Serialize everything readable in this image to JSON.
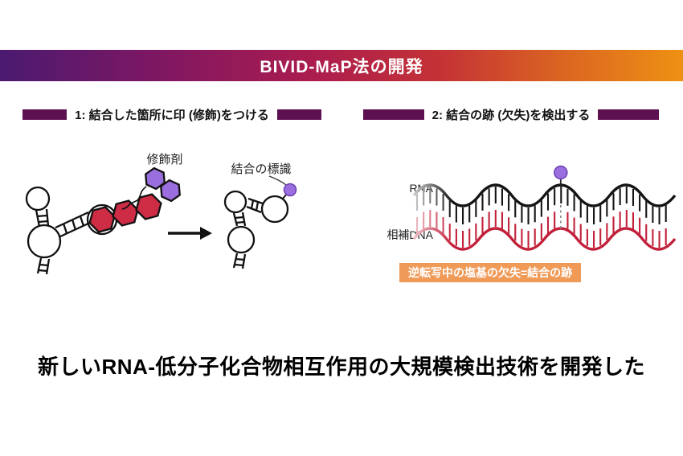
{
  "banner": {
    "title": "BIVID-MaP法の開発"
  },
  "sections": {
    "step1": {
      "label": "1: 結合した箇所に印 (修飾)をつける"
    },
    "step2": {
      "label": "2: 結合の跡 (欠失)を検出する"
    }
  },
  "left_diagram": {
    "modifier_label": "修飾剤",
    "tag_label": "結合の標識"
  },
  "right_diagram": {
    "rna_label": "RNA",
    "cdna_label": "相補DNA",
    "callout": "逆転写中の塩基の欠失=結合の跡"
  },
  "headline": {
    "text": "新しいRNA-低分子化合物相互作用の大規模検出技術を開発した"
  },
  "colors": {
    "banner_gradient_left": "#4a1a70",
    "banner_gradient_mid": "#c53335",
    "banner_gradient_right": "#ee9113",
    "section_bar": "#5d1150",
    "ligand_red": "#ce2b45",
    "modifier_purple": "#9a6ede",
    "cdna_red": "#c2203a",
    "rna_black": "#141414",
    "callout_orange": "#f09a58"
  }
}
